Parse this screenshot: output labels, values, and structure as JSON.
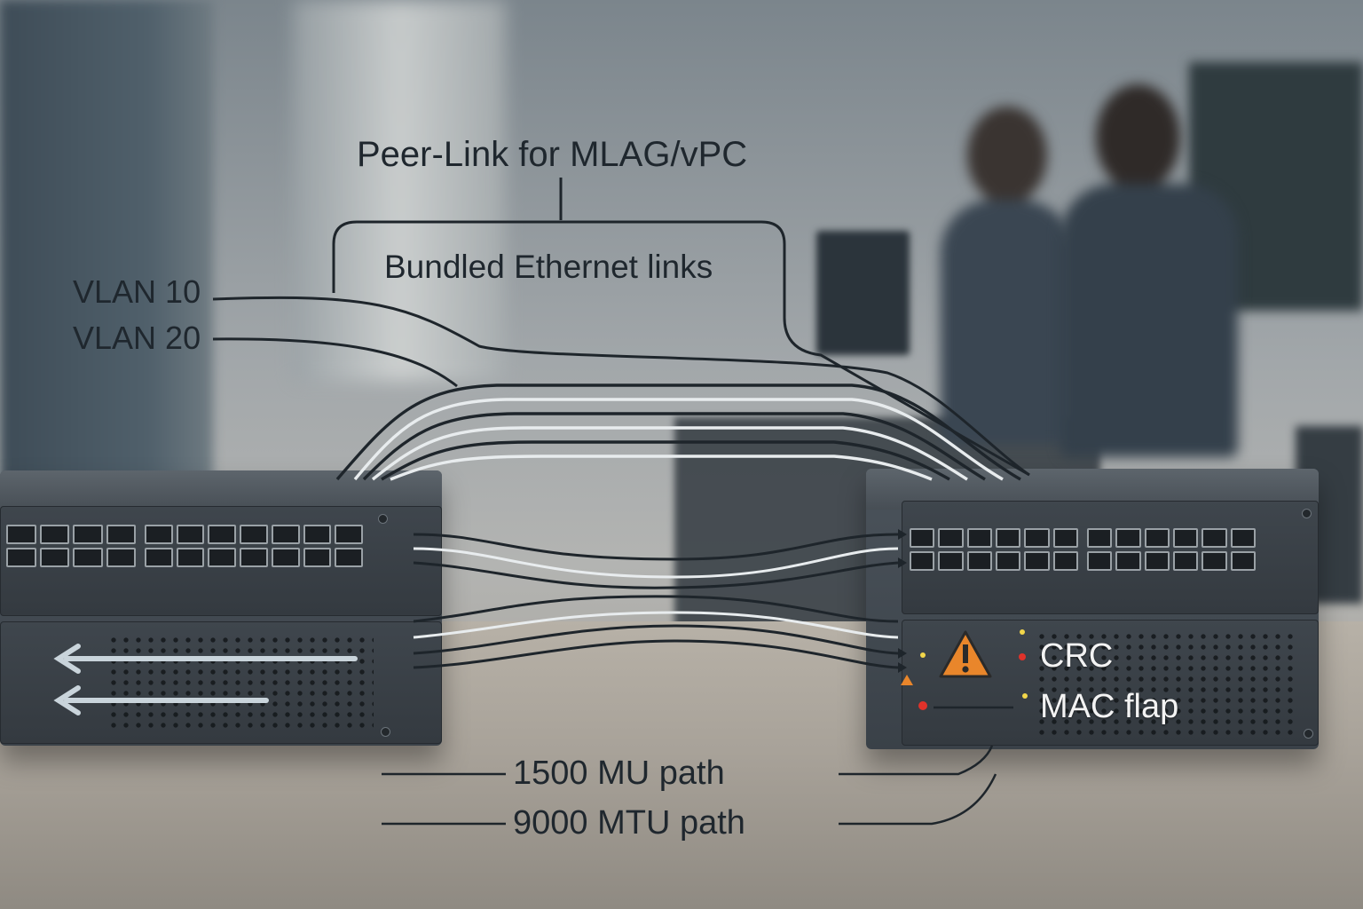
{
  "labels": {
    "peer_link": "Peer-Link for MLAG/vPC",
    "bundled": "Bundled Ethernet links",
    "vlan10": "VLAN 10",
    "vlan20": "VLAN 20",
    "crc": "CRC",
    "mac_flap": "MAC flap",
    "mtu1500": "1500 MU path",
    "mtu9000": "9000 MTU path"
  },
  "colors": {
    "cable": "#1e252b",
    "cable_highlight": "#e8ecee",
    "warning": "#e9862b",
    "led_red": "#e0322a",
    "led_yellow": "#f2d64a"
  },
  "icons": {
    "warning": "warning-triangle-icon",
    "arrow": "arrow-left-icon"
  }
}
